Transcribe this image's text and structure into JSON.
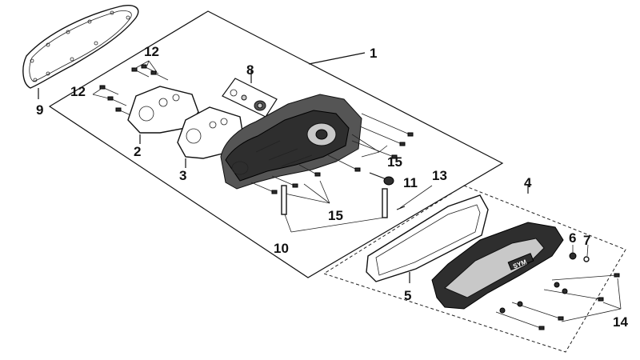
{
  "callouts": {
    "c1": "1",
    "c2": "2",
    "c3": "3",
    "c4": "4",
    "c5": "5",
    "c6": "6",
    "c7": "7",
    "c8": "8",
    "c9": "9",
    "c10": "10",
    "c11": "11",
    "c12a": "12",
    "c12b": "12",
    "c13": "13",
    "c14": "14",
    "c15a": "15",
    "c15b": "15"
  },
  "cover_badge_text": "SYM",
  "colors": {
    "line": "#111111",
    "cover_fill": "#555555",
    "background": "#ffffff"
  }
}
